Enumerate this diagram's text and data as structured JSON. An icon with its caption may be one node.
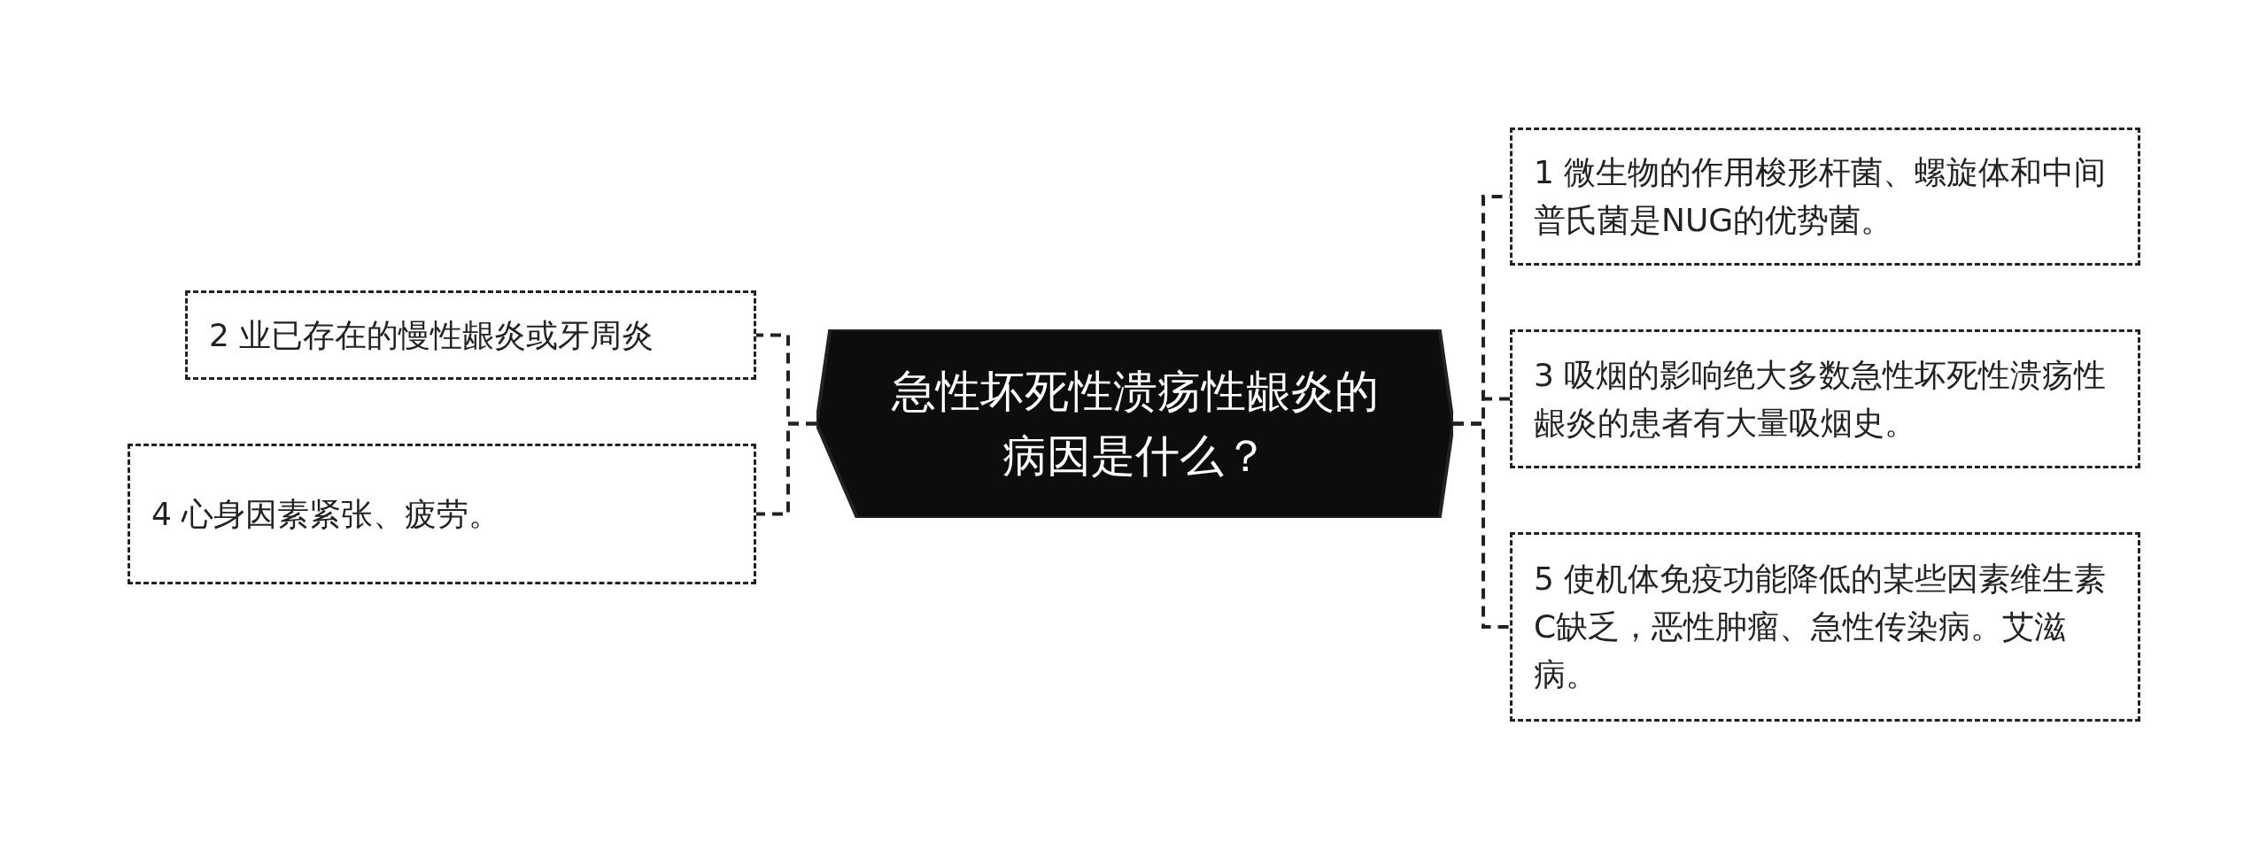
{
  "diagram": {
    "nodes": [
      {
        "text": [
          "急性坏死性溃疡性龈炎的病因是什么？"
        ]
      },
      {
        "text": [
          "1 微生物的作用梭形杆菌、螺旋体和中间普氏菌是NUG的优势菌。"
        ]
      },
      {
        "text": [
          "2 业已存在的慢性龈炎或牙周炎"
        ]
      },
      {
        "text": [
          "3 吸烟的影响绝大多数急性坏死性溃疡性龈炎的患者有大量吸烟史。"
        ]
      },
      {
        "text": [
          "4 心身因素紧张、疲劳。"
        ]
      },
      {
        "text": [
          "5 使机体免疫功能降低的某些因素维生素C缺乏，恶性肿瘤、急性传染病。艾滋病。"
        ]
      }
    ],
    "edges": [
      {
        "from": 0,
        "to": 1,
        "arrow": "none",
        "style": "dashed"
      },
      {
        "from": 0,
        "to": 2,
        "arrow": "none",
        "style": "dashed"
      },
      {
        "from": 0,
        "to": 3,
        "arrow": "none",
        "style": "dashed"
      },
      {
        "from": 0,
        "to": 4,
        "arrow": "none",
        "style": "dashed"
      },
      {
        "from": 0,
        "to": 5,
        "arrow": "none",
        "style": "dashed"
      }
    ]
  }
}
